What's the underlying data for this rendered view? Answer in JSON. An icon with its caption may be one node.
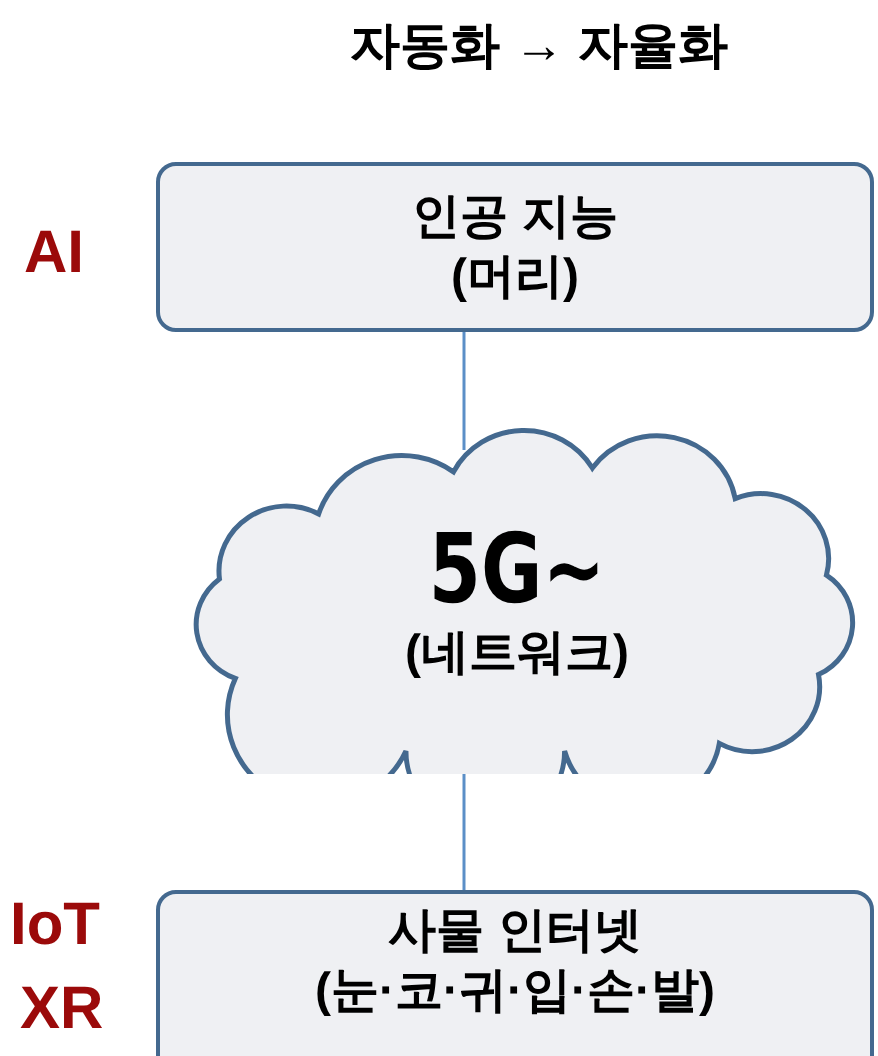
{
  "diagram": {
    "title": "자동화 → 자율화",
    "nodes": [
      {
        "text": [
          "인공 지능",
          "(머리)"
        ],
        "beside": [
          "AI"
        ]
      },
      {
        "text": [
          "5G~",
          "(네트워크)"
        ]
      },
      {
        "text": [
          "사물 인터넷",
          "(눈·코·귀·입·손·발)"
        ],
        "beside": [
          "IoT",
          "XR"
        ]
      }
    ],
    "edges": [
      {
        "from": 0,
        "to": 1,
        "arrow": "none"
      },
      {
        "from": 1,
        "to": 2,
        "arrow": "none"
      }
    ]
  }
}
